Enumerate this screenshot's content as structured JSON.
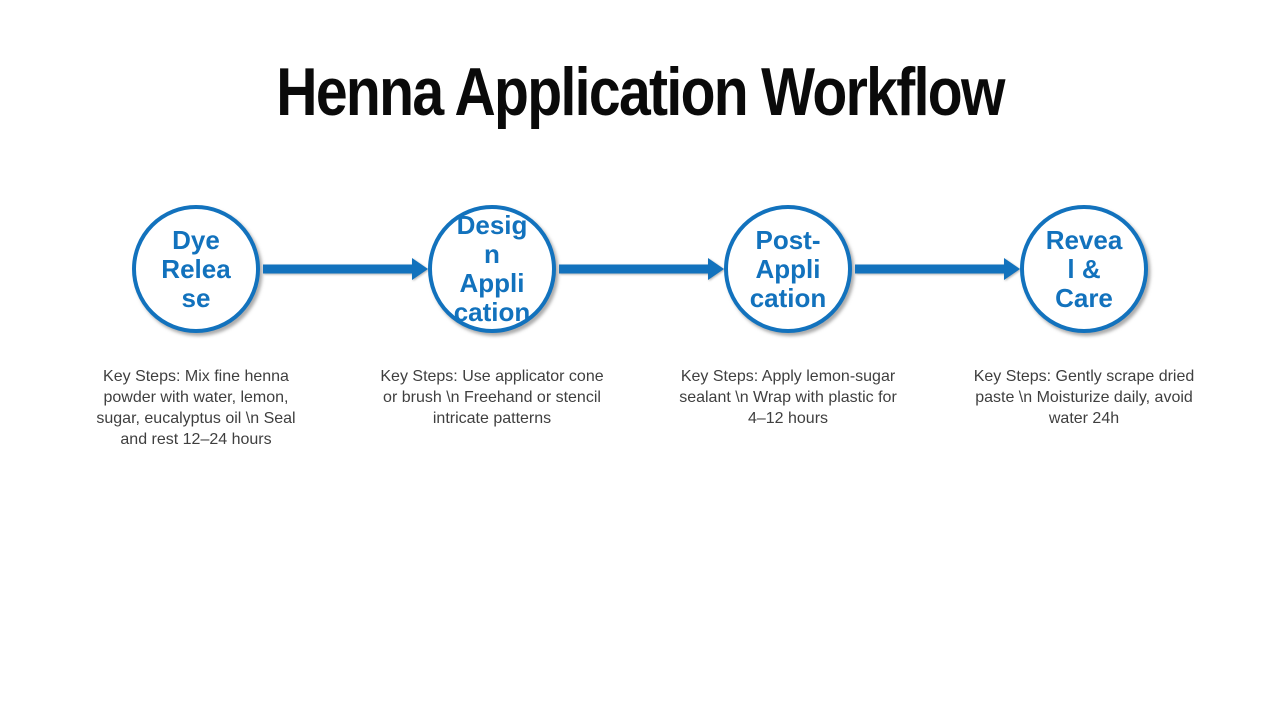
{
  "slide": {
    "title": "Henna Application Workflow"
  },
  "colors": {
    "accent": "#1272BD",
    "title_text": "#0A0A0A",
    "body_text": "#3F3F3F"
  },
  "steps": [
    {
      "name": "Dye Release",
      "label_lines": [
        "Dye",
        "Relea",
        "se"
      ],
      "key_steps_text": "Key Steps: Mix fine henna powder with water, lemon, sugar, eucalyptus oil \\n Seal and rest 12–24 hours",
      "key_steps_lines": [
        "Key Steps: Mix fine henna",
        "powder with water, lemon,",
        "sugar, eucalyptus oil \\n Seal",
        "and rest 12–24 hours"
      ]
    },
    {
      "name": "Design Application",
      "label_lines": [
        "Desig",
        "n",
        "Appli",
        "cation"
      ],
      "key_steps_text": "Key Steps: Use applicator cone or brush \\n Freehand or stencil intricate patterns",
      "key_steps_lines": [
        "Key Steps: Use applicator cone",
        "or brush \\n Freehand or stencil",
        "intricate patterns"
      ]
    },
    {
      "name": "Post-Application",
      "label_lines": [
        "Post-",
        "Appli",
        "cation"
      ],
      "key_steps_text": "Key Steps: Apply lemon-sugar sealant \\n Wrap with plastic for 4–12 hours",
      "key_steps_lines": [
        "Key Steps: Apply lemon-sugar",
        "sealant \\n Wrap with plastic for",
        "4–12 hours"
      ]
    },
    {
      "name": "Reveal & Care",
      "label_lines": [
        "Revea",
        "l &",
        "Care"
      ],
      "key_steps_text": "Key Steps: Gently scrape dried paste \\n Moisturize daily, avoid water 24h",
      "key_steps_lines": [
        "Key Steps: Gently scrape dried",
        "paste \\n Moisturize daily, avoid",
        "water 24h"
      ]
    }
  ]
}
